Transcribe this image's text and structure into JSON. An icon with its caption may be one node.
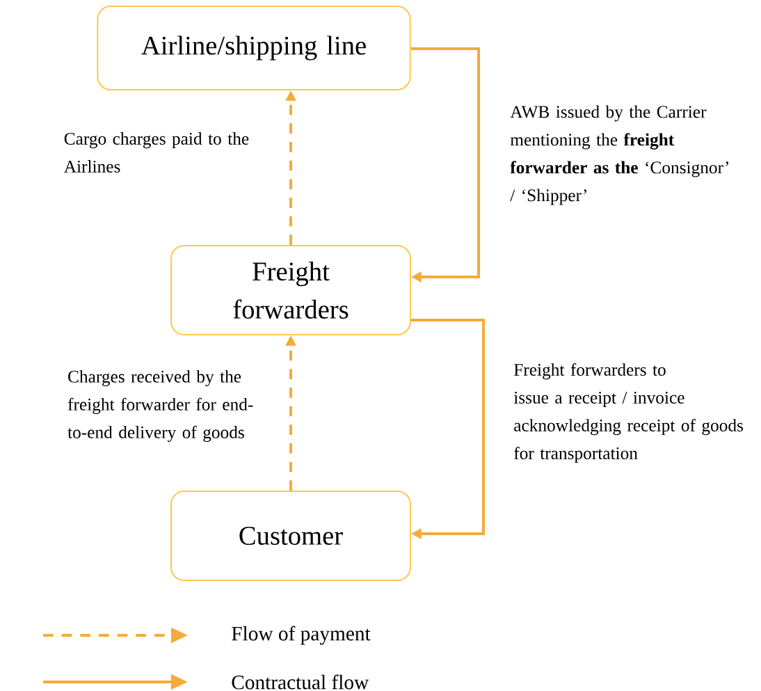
{
  "diagram": {
    "nodes": [
      {
        "text": [
          "Airline/shipping line"
        ]
      },
      {
        "text": [
          "Freight forwarders"
        ]
      },
      {
        "text": [
          "Customer"
        ]
      }
    ],
    "edges": [
      {
        "from": 1,
        "to": 0,
        "arrow": "to",
        "style": "dashed",
        "label": "Cargo charges paid to the Airlines"
      },
      {
        "from": 0,
        "to": 1,
        "arrow": "to",
        "label": "AWB issued by the Carrier mentioning the **freight forwarder as the** ‘Consignor’ / ‘Shipper’"
      },
      {
        "from": 2,
        "to": 1,
        "arrow": "to",
        "style": "dashed",
        "label": "Charges received by the freight forwarder for end-to-end delivery of goods"
      },
      {
        "from": 1,
        "to": 2,
        "arrow": "to",
        "label": "Freight forwarders to issue a receipt / invoice acknowledging receipt of goods for transportation"
      }
    ],
    "legend": [
      {
        "text": "Flow of payment"
      },
      {
        "text": "Contractual flow"
      }
    ]
  }
}
